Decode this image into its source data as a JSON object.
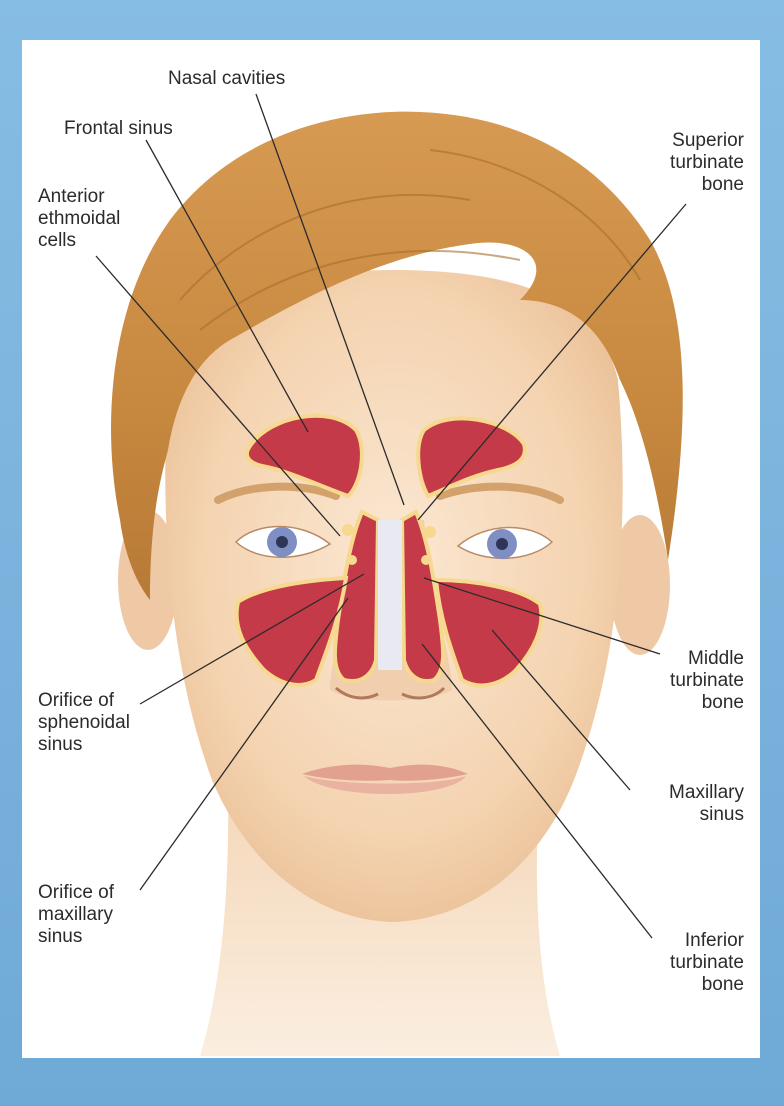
{
  "labels": {
    "nasal_cavities": "Nasal cavities",
    "frontal_sinus": "Frontal sinus",
    "anterior_ethmoidal_cells": "Anterior\nethmoidal\ncells",
    "superior_turbinate_bone": "Superior\nturbinate\nbone",
    "orifice_sphenoidal_sinus": "Orifice of\nsphenoidal\nsinus",
    "orifice_maxillary_sinus": "Orifice of\nmaxillary\nsinus",
    "middle_turbinate_bone": "Middle\nturbinate\nbone",
    "maxillary_sinus": "Maxillary\nsinus",
    "inferior_turbinate_bone": "Inferior\nturbinate\nbone"
  },
  "colors": {
    "border": "#7fb6de",
    "skin": "#f7dcc0",
    "hair": "#c98a45",
    "sinus": "#c43a48",
    "eye_iris": "#7f8fc4"
  }
}
